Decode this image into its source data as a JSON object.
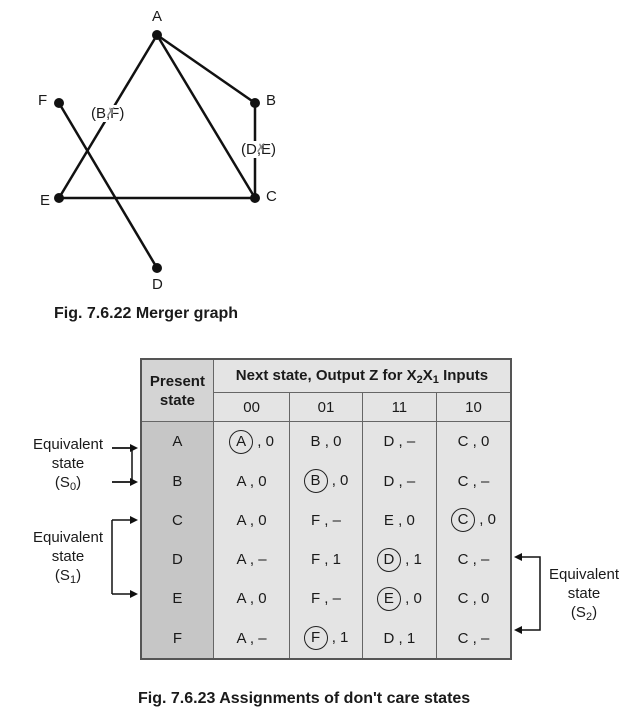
{
  "graph": {
    "nodes": [
      "A",
      "B",
      "C",
      "D",
      "E",
      "F"
    ],
    "merger_labels": [
      {
        "pair": "(B,F)",
        "struck": "✗"
      },
      {
        "pair": "(D,E)",
        "struck": "✗"
      }
    ],
    "caption": "Fig. 7.6.22 Merger graph"
  },
  "table": {
    "present_header": "Present state",
    "next_header_prefix": "Next state, Output Z for X",
    "next_header_sub1": "2",
    "next_header_mid": "X",
    "next_header_sub2": "1",
    "next_header_suffix": " Inputs",
    "columns": [
      "00",
      "01",
      "11",
      "10"
    ],
    "rows": [
      {
        "state": "A",
        "cells": [
          {
            "ns": "A",
            "out": "0",
            "circled": true,
            "bold": false
          },
          {
            "ns": "B",
            "out": "0",
            "circled": false,
            "bold": false
          },
          {
            "ns": "D",
            "out": "–",
            "circled": false,
            "bold": true
          },
          {
            "ns": "C",
            "out": "0",
            "circled": false,
            "bold": false
          }
        ]
      },
      {
        "state": "B",
        "cells": [
          {
            "ns": "A",
            "out": "0",
            "circled": false,
            "bold": false
          },
          {
            "ns": "B",
            "out": "0",
            "circled": true,
            "bold": false
          },
          {
            "ns": "D",
            "out": "–",
            "circled": false,
            "bold": false
          },
          {
            "ns": "C",
            "out": "–",
            "circled": false,
            "bold": true
          }
        ]
      },
      {
        "state": "C",
        "cells": [
          {
            "ns": "A",
            "out": "0",
            "circled": false,
            "bold": false
          },
          {
            "ns": "F",
            "out": "–",
            "circled": false,
            "bold": true
          },
          {
            "ns": "E",
            "out": "0",
            "circled": false,
            "bold": false
          },
          {
            "ns": "C",
            "out": "0",
            "circled": true,
            "bold": false
          }
        ]
      },
      {
        "state": "D",
        "cells": [
          {
            "ns": "A",
            "out": "–",
            "circled": false,
            "bold": true
          },
          {
            "ns": "F",
            "out": "1",
            "circled": false,
            "bold": false
          },
          {
            "ns": "D",
            "out": "1",
            "circled": true,
            "bold": false
          },
          {
            "ns": "C",
            "out": "–",
            "circled": false,
            "bold": false
          }
        ]
      },
      {
        "state": "E",
        "cells": [
          {
            "ns": "A",
            "out": "0",
            "circled": false,
            "bold": true
          },
          {
            "ns": "F",
            "out": "–",
            "circled": false,
            "bold": false
          },
          {
            "ns": "E",
            "out": "0",
            "circled": true,
            "bold": false
          },
          {
            "ns": "C",
            "out": "0",
            "circled": false,
            "bold": false
          }
        ]
      },
      {
        "state": "F",
        "cells": [
          {
            "ns": "A",
            "out": "–",
            "circled": false,
            "bold": false
          },
          {
            "ns": "F",
            "out": "1",
            "circled": true,
            "bold": false
          },
          {
            "ns": "D",
            "out": "1",
            "circled": false,
            "bold": false
          },
          {
            "ns": "C",
            "out": "–",
            "circled": false,
            "bold": true
          }
        ]
      }
    ],
    "caption": "Fig. 7.6.23 Assignments of don't care states"
  },
  "equivalent_states": [
    {
      "line1": "Equivalent",
      "line2": "state",
      "sym": "S",
      "sub": "0"
    },
    {
      "line1": "Equivalent",
      "line2": "state",
      "sym": "S",
      "sub": "1"
    },
    {
      "line1": "Equivalent",
      "line2": "state",
      "sym": "S",
      "sub": "2"
    }
  ]
}
